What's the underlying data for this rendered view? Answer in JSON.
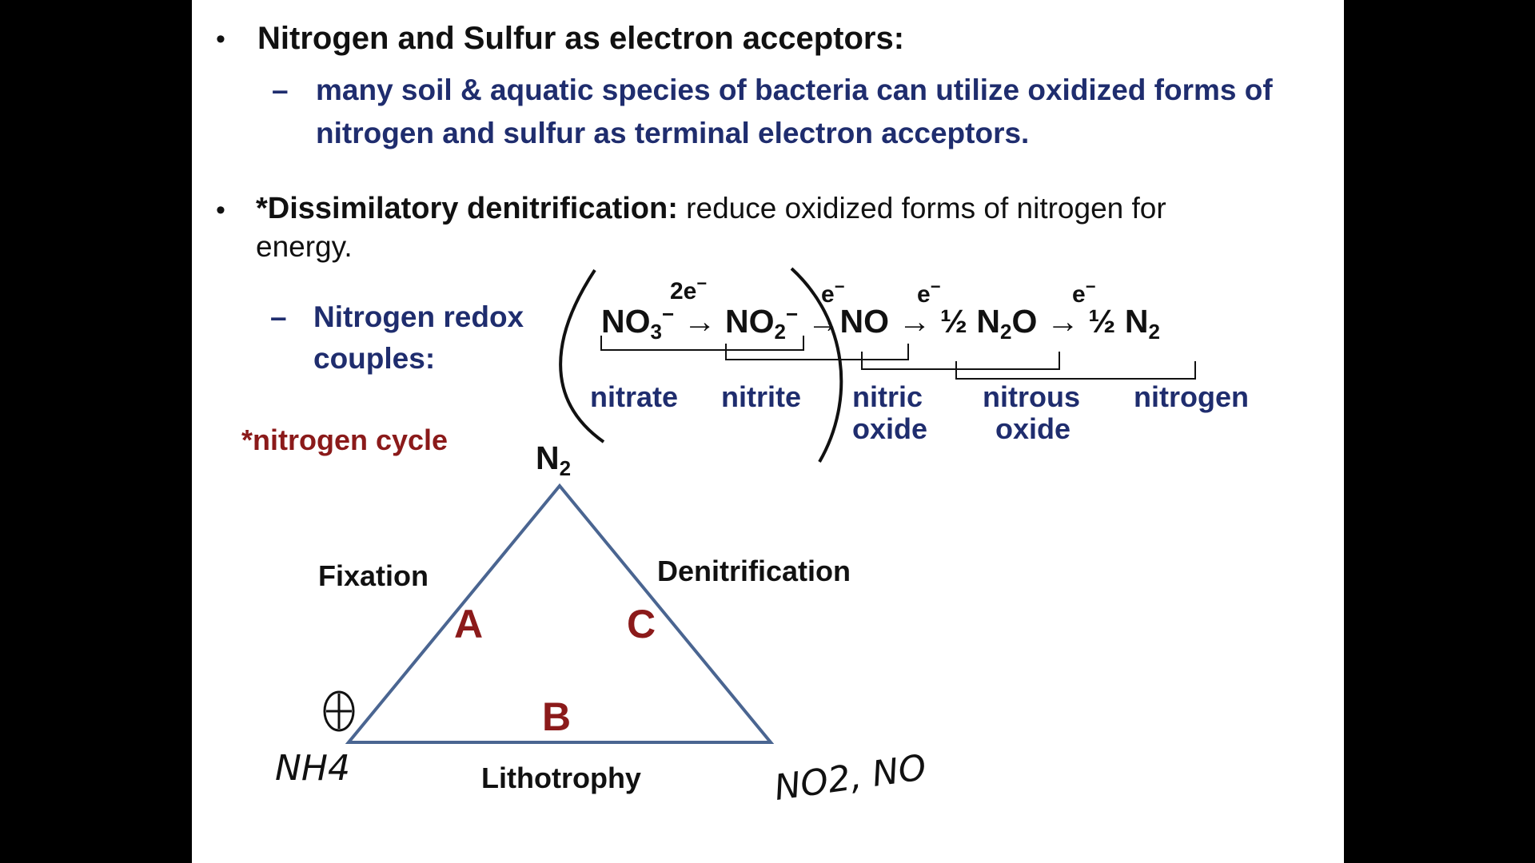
{
  "bullet1": {
    "title": "Nitrogen and Sulfur as electron acceptors:",
    "sub_line1": "many soil & aquatic species of bacteria can utilize oxidized forms of",
    "sub_line2": "nitrogen and sulfur as terminal electron acceptors."
  },
  "bullet2": {
    "term": "*Dissimilatory denitrification:",
    "text_line1": " reduce oxidized forms of  nitrogen for",
    "text_line2": "energy.",
    "sub_line1": "Nitrogen redox",
    "sub_line2": "couples:"
  },
  "redox": {
    "species": [
      "NO",
      "NO",
      "NO",
      "½ N",
      "½ N"
    ],
    "electrons": [
      "2e",
      "e",
      "e",
      "e"
    ],
    "names": [
      "nitrate",
      "nitrite",
      "nitric",
      "oxide",
      "nitrous",
      "oxide",
      "nitrogen"
    ]
  },
  "cycle": {
    "heading": "*nitrogen cycle",
    "apex": "N",
    "left_label": "Fixation",
    "right_label": "Denitrification",
    "bottom_label": "Lithotrophy",
    "letters": [
      "A",
      "B",
      "C"
    ],
    "handwritten_left": "NH4",
    "handwritten_right": "NO2, NO"
  },
  "colors": {
    "navy": "#1f2d6e",
    "maroon": "#8b1a1a",
    "triangle": "#4a6591"
  }
}
